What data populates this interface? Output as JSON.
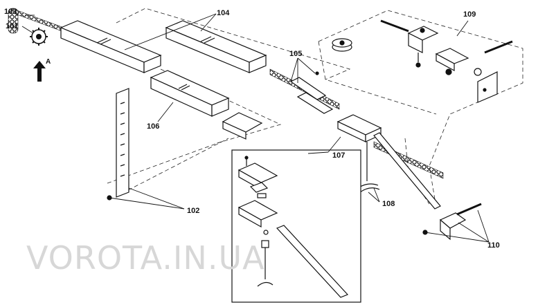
{
  "labels": {
    "l101": "101",
    "l102": "102",
    "l103": "103",
    "l104": "104",
    "l105": "105",
    "l106": "106",
    "l107": "107",
    "l108": "108",
    "l109": "109",
    "l110": "110",
    "view_a": "A"
  },
  "watermark": "VOROTA.IN.UA",
  "colors": {
    "line": "#111111",
    "watermark": "#d7d7d7"
  }
}
